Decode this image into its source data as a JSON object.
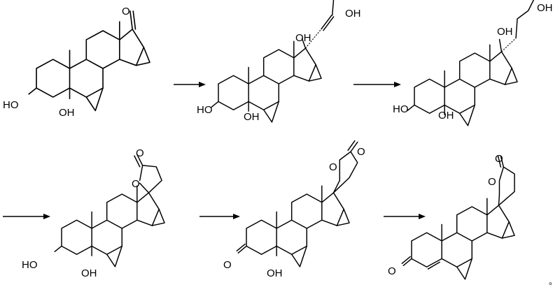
{
  "labels": {
    "OH": "OH",
    "HO": "HO",
    "O": "O",
    "period": "。"
  },
  "structures": [
    "compound-1",
    "compound-2",
    "compound-3",
    "compound-4",
    "compound-5",
    "compound-6"
  ],
  "arrows": 5
}
